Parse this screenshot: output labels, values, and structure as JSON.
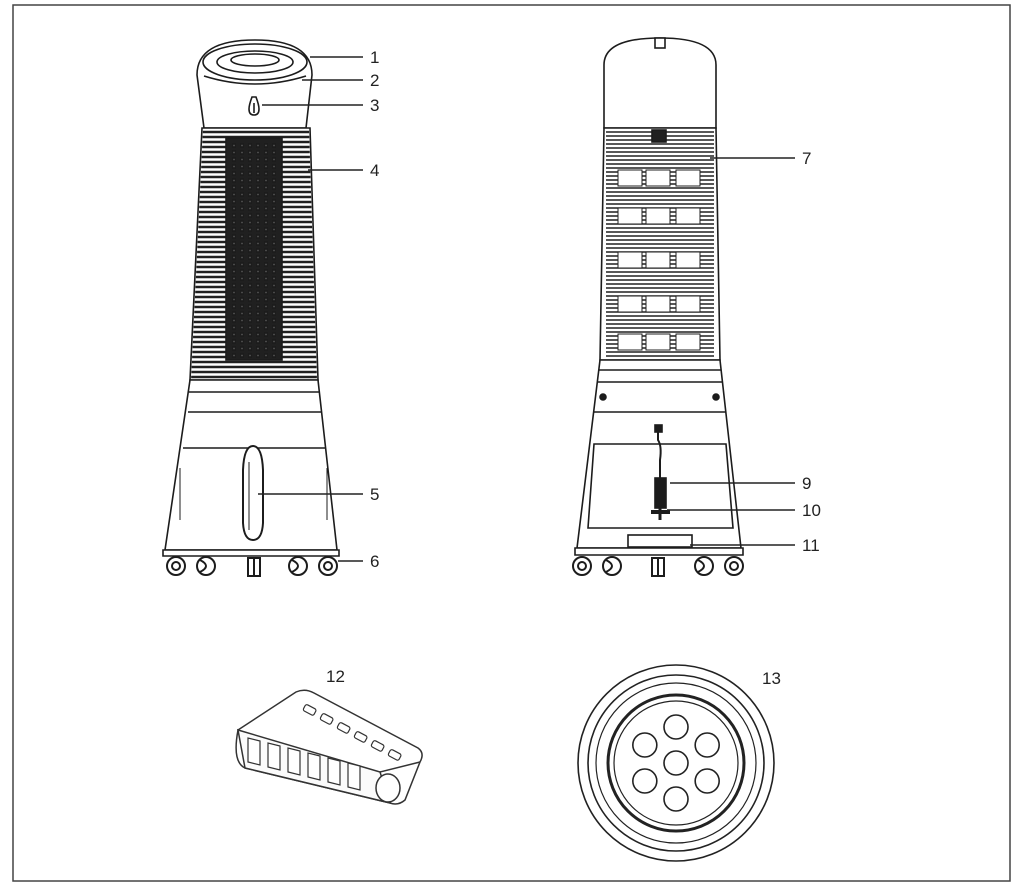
{
  "diagram": {
    "colors": {
      "ink": "#1c1c1c",
      "grille": "#202020",
      "paper": "#ffffff"
    },
    "callouts": [
      "1",
      "2",
      "3",
      "4",
      "5",
      "6",
      "7",
      "9",
      "10",
      "11",
      "12",
      "13"
    ]
  }
}
